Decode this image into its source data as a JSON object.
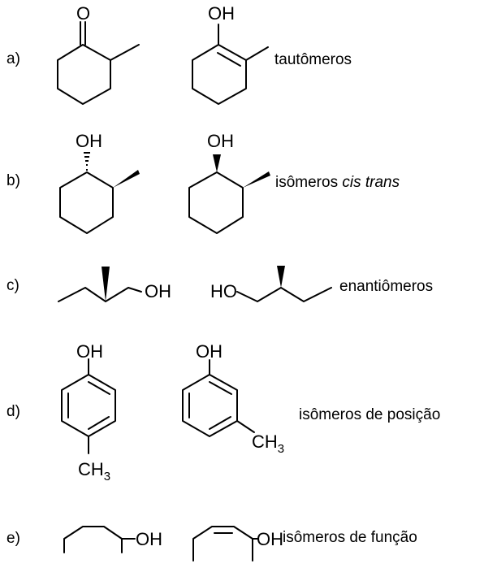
{
  "items": [
    {
      "label": "a)",
      "note": "tautômeros",
      "note_italic": ""
    },
    {
      "label": "b)",
      "note": "isômeros ",
      "note_italic": "cis trans"
    },
    {
      "label": "c)",
      "note": "enantiômeros",
      "note_italic": ""
    },
    {
      "label": "d)",
      "note": "isômeros de posição",
      "note_italic": ""
    },
    {
      "label": "e)",
      "note": "isômeros de função",
      "note_italic": ""
    }
  ],
  "atoms": {
    "o": "O",
    "oh": "OH",
    "ho": "HO",
    "ch3_c": "CH",
    "ch3_sub": "3"
  }
}
